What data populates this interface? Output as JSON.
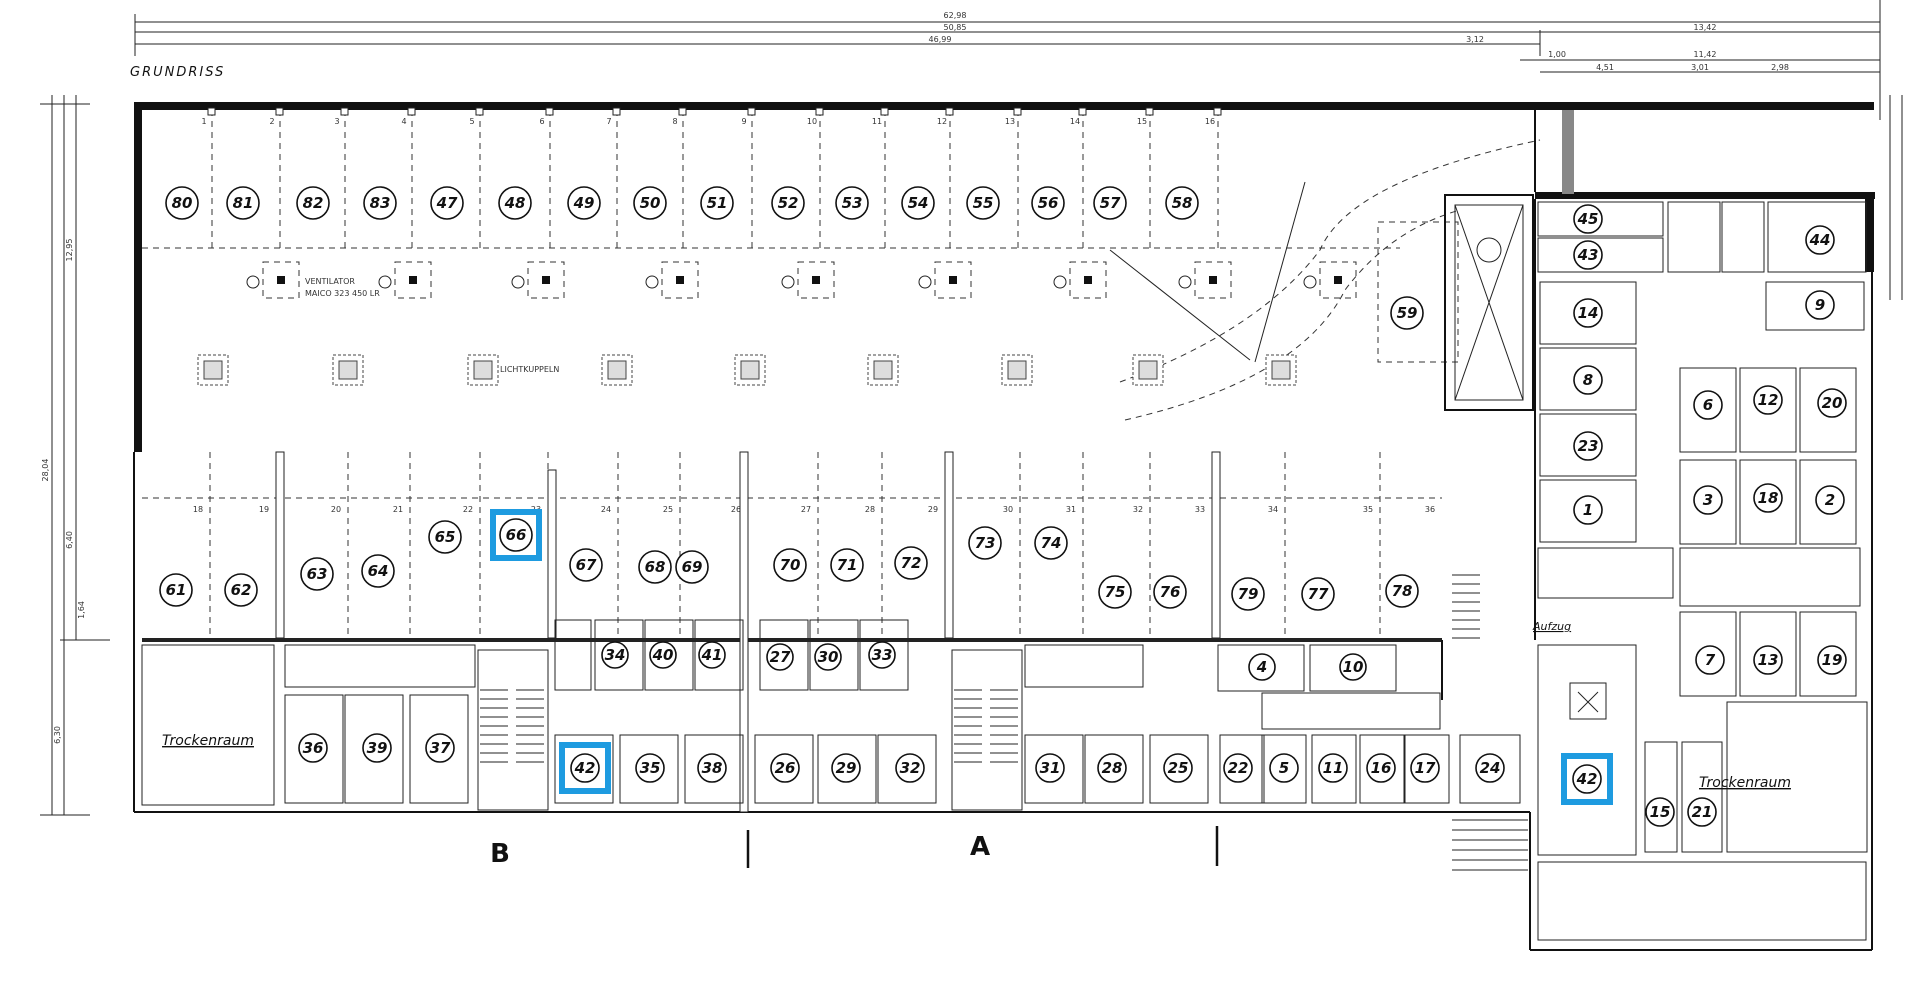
{
  "plan": {
    "title": "GRUNDRISS",
    "accent_color": "#1e9be0",
    "highlighted": [
      "66",
      "42"
    ],
    "dimensions": {
      "top": [
        "62,98",
        "50,85",
        "46,99"
      ],
      "top_right": [
        "13,42",
        "11,42",
        "3,12",
        "1,00",
        "4,51",
        "3,01",
        "2,98"
      ],
      "left": [
        "28,04",
        "12,95",
        "6,40",
        "6,30",
        "1,64"
      ]
    },
    "labels": {
      "ventilator": "VENTILATOR",
      "ventilator_note": "MAICO 323 450 LR",
      "lichtkuppeln": "LICHTKUPPELN",
      "aufzug": "Aufzug",
      "trockenraum": "Trockenraum",
      "section_b": "B",
      "section_a": "A"
    },
    "parking_top": [
      "80",
      "81",
      "82",
      "83",
      "47",
      "48",
      "49",
      "50",
      "51",
      "52",
      "53",
      "54",
      "55",
      "56",
      "57",
      "58"
    ],
    "parking_top_bay_nos": [
      "1",
      "2",
      "3",
      "4",
      "5",
      "6",
      "7",
      "8",
      "9",
      "10",
      "11",
      "12",
      "13",
      "14",
      "15",
      "16"
    ],
    "spot_59": "59",
    "parking_lower": [
      "61",
      "62",
      "63",
      "64",
      "65",
      "66",
      "67",
      "68",
      "69",
      "70",
      "71",
      "72",
      "73",
      "74",
      "75",
      "76",
      "79",
      "77",
      "78"
    ],
    "parking_lower_bay_nos": [
      "18",
      "19",
      "20",
      "21",
      "22",
      "23",
      "24",
      "25",
      "26",
      "27",
      "28",
      "29",
      "30",
      "31",
      "32",
      "33",
      "34",
      "35",
      "36"
    ],
    "cellars_row1": [
      "34",
      "40",
      "41",
      "27",
      "30",
      "33"
    ],
    "cellars_row2": [
      "36",
      "39",
      "37",
      "42",
      "35",
      "38",
      "26",
      "29",
      "32",
      "31",
      "28",
      "25",
      "22",
      "5",
      "11",
      "16",
      "17",
      "24"
    ],
    "cellars_mid": [
      "4",
      "10"
    ],
    "right_column": [
      "45",
      "43",
      "44",
      "9",
      "14",
      "8",
      "23",
      "1",
      "6",
      "12",
      "20",
      "3",
      "18",
      "2",
      "7",
      "13",
      "19",
      "15",
      "21",
      "42"
    ]
  }
}
